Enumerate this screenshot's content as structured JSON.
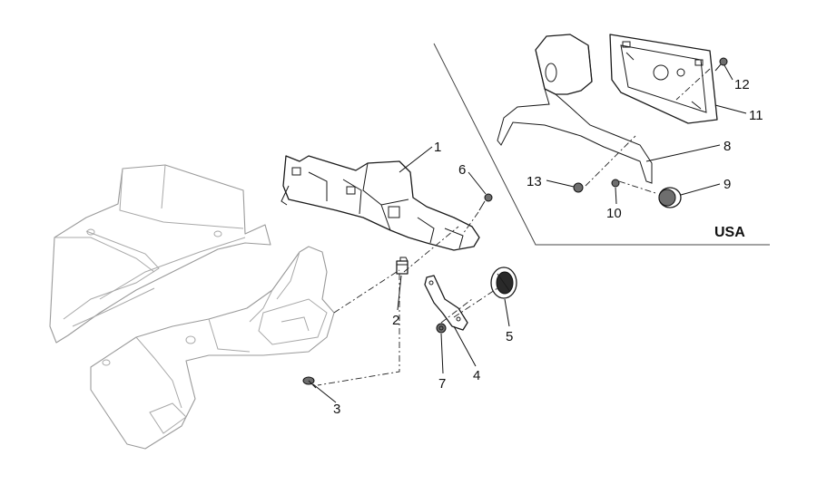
{
  "callouts": {
    "c1": "1",
    "c2": "2",
    "c3": "3",
    "c4": "4",
    "c5": "5",
    "c6": "6",
    "c7": "7",
    "c8": "8",
    "c9": "9",
    "c10": "10",
    "c11": "11",
    "c12": "12",
    "c13": "13"
  },
  "region_label": "USA"
}
